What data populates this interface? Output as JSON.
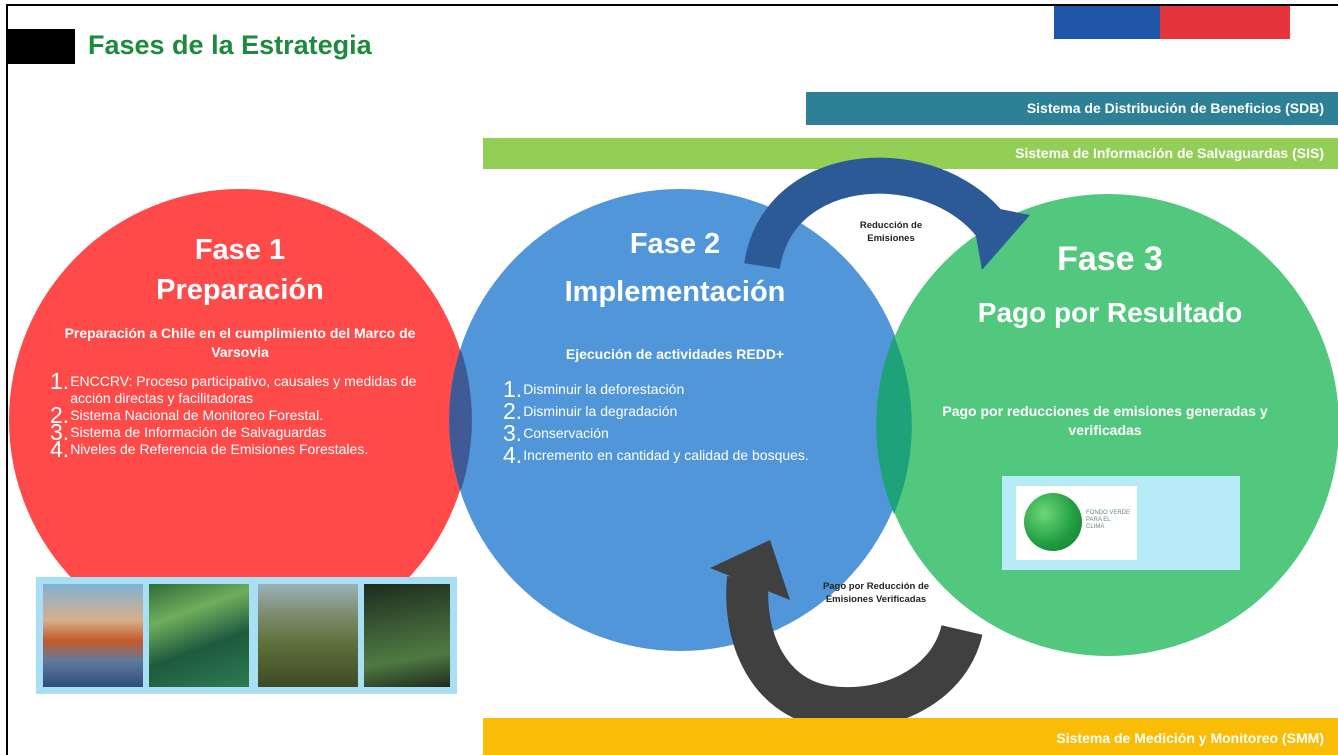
{
  "title": "Fases de la Estrategia",
  "colors": {
    "title": "#1e8a3c",
    "phase1": "#ff4a4a",
    "phase2": "#4a93d8",
    "phase3": "#4cc67b",
    "band_sdb": "#2e8097",
    "band_sis": "#93cf57",
    "band_smm": "#f9bd08",
    "arrow_blue": "#2b5a97",
    "arrow_dark": "#404040",
    "flag_blue": "#1f56a8",
    "flag_red": "#e5343b"
  },
  "bands": {
    "sdb": "Sistema de Distribución de Beneficios (SDB)",
    "sis": "Sistema de Información de Salvaguardas (SIS)",
    "smm": "Sistema de Medición y Monitoreo (SMM)"
  },
  "phase1": {
    "line1": "Fase 1",
    "line2": "Preparación",
    "subtitle": "Preparación a Chile en el cumplimiento del Marco de Varsovia",
    "items": [
      {
        "num": "1.",
        "text": "ENCCRV: Proceso participativo, causales y medidas de acción directas y facilitadoras"
      },
      {
        "num": "2.",
        "text": "Sistema Nacional de Monitoreo Forestal."
      },
      {
        "num": "3.",
        "text": "Sistema de Información de Salvaguardas"
      },
      {
        "num": "4.",
        "text": "Niveles de Referencia de Emisiones Forestales."
      }
    ]
  },
  "phase2": {
    "line1": "Fase 2",
    "line2": "Implementación",
    "subtitle": "Ejecución de actividades REDD+",
    "items": [
      {
        "num": "1.",
        "text": "Disminuir la deforestación"
      },
      {
        "num": "2.",
        "text": "Disminuir la degradación"
      },
      {
        "num": "3.",
        "text": "Conservación"
      },
      {
        "num": "4.",
        "text": "Incremento en cantidad y calidad de bosques."
      }
    ]
  },
  "phase3": {
    "line1": "Fase 3",
    "line2": "Pago por Resultado",
    "subtitle": "Pago por reducciones de emisiones generadas y verificadas"
  },
  "arrows": {
    "top_label": "Reducción de Emisiones",
    "bottom_label": "Pago por Reducción de Emisiones Verificadas"
  },
  "logo": {
    "text": "FONDO VERDE PARA EL CLIMA"
  }
}
